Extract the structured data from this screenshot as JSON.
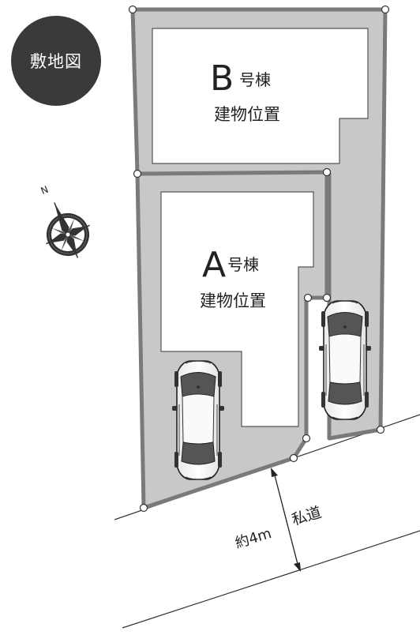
{
  "badge": {
    "label": "敷地図"
  },
  "building_b": {
    "letter": "B",
    "suffix": "号棟",
    "caption": "建物位置"
  },
  "building_a": {
    "letter": "A",
    "suffix": "号棟",
    "caption": "建物位置"
  },
  "road": {
    "width_label": "約4m",
    "name_label": "私道"
  },
  "compass": {
    "north_label": "N",
    "icon": "compass-rose-icon"
  },
  "colors": {
    "lot_fill": "#c8c8c8",
    "border": "#7a7a7a",
    "badge": "#3a3a3a"
  }
}
